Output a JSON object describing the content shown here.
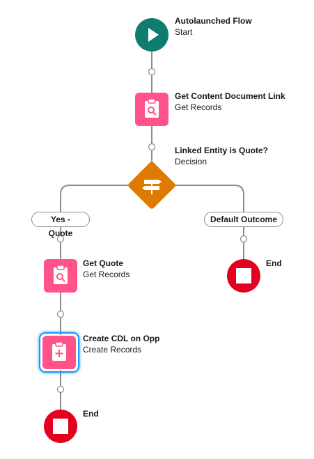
{
  "flow": {
    "start": {
      "title": "Autolaunched Flow",
      "subtitle": "Start",
      "icon": "play-icon",
      "color": "#0e7c6f"
    },
    "get_cdl": {
      "title": "Get Content Document Link",
      "subtitle": "Get Records",
      "icon": "clipboard-search-icon",
      "color": "#ff538a"
    },
    "decision": {
      "title": "Linked Entity is Quote?",
      "subtitle": "Decision",
      "icon": "decision-signpost-icon",
      "color": "#dd7a01"
    },
    "outcomes": {
      "yes": "Yes - Quote",
      "default": "Default Outcome"
    },
    "get_quote": {
      "title": "Get Quote",
      "subtitle": "Get Records",
      "icon": "clipboard-search-icon"
    },
    "create_cdl": {
      "title": "Create CDL on Opp",
      "subtitle": "Create Records",
      "icon": "clipboard-add-icon",
      "selected": true
    },
    "end_left": {
      "title": "End",
      "icon": "stop-icon",
      "color": "#e4001f"
    },
    "end_right": {
      "title": "End",
      "icon": "stop-icon"
    }
  }
}
